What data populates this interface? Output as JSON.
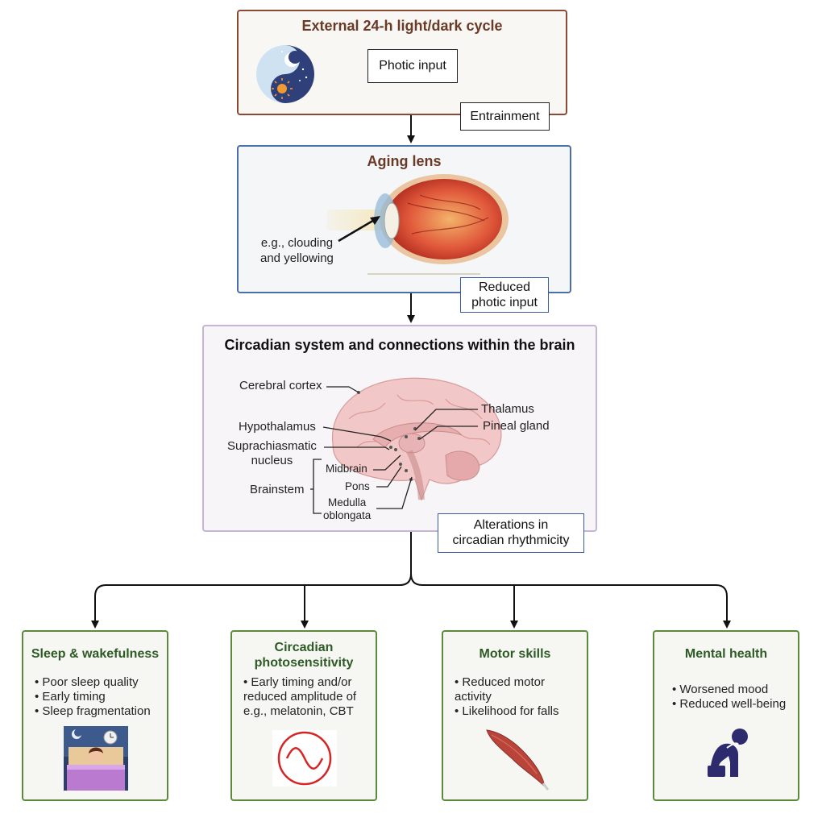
{
  "top_panel": {
    "title": "External 24-h light/dark cycle",
    "photic_input": "Photic input",
    "entrainment": "Entrainment"
  },
  "lens_panel": {
    "title": "Aging lens",
    "annotation_line1": "e.g., clouding",
    "annotation_line2": "and yellowing",
    "reduced_line1": "Reduced",
    "reduced_line2": "photic input"
  },
  "brain_panel": {
    "title": "Circadian system and connections within the brain",
    "labels": {
      "cerebral_cortex": "Cerebral cortex",
      "thalamus": "Thalamus",
      "hypothalamus": "Hypothalamus",
      "pineal_gland": "Pineal gland",
      "scn_line1": "Suprachiasmatic",
      "scn_line2": "nucleus",
      "midbrain": "Midbrain",
      "brainstem": "Brainstem",
      "pons": "Pons",
      "medulla_line1": "Medulla",
      "medulla_line2": "oblongata"
    },
    "alterations_line1": "Alterations in",
    "alterations_line2": "circadian rhythmicity"
  },
  "outcomes": [
    {
      "title": "Sleep & wakefulness",
      "items": [
        "Poor sleep quality",
        "Early timing",
        "Sleep fragmentation"
      ],
      "icon": "sleeping-person-icon"
    },
    {
      "title": "Circadian photosensitivity",
      "items": [
        "Early timing and/or reduced amplitude of e.g., melatonin, CBT"
      ],
      "icon": "sine-wave-icon"
    },
    {
      "title": "Motor skills",
      "items": [
        "Reduced motor activity",
        "Likelihood for falls"
      ],
      "icon": "muscle-icon"
    },
    {
      "title": "Mental health",
      "items": [
        "Worsened mood",
        "Reduced well-being"
      ],
      "icon": "sad-person-icon"
    }
  ],
  "colors": {
    "top_border": "#8b4a36",
    "lens_border": "#4a6ea8",
    "brain_border": "#c8b4d6",
    "outcome_border": "#5a8a3a",
    "outcome_title": "#2e5a26"
  }
}
